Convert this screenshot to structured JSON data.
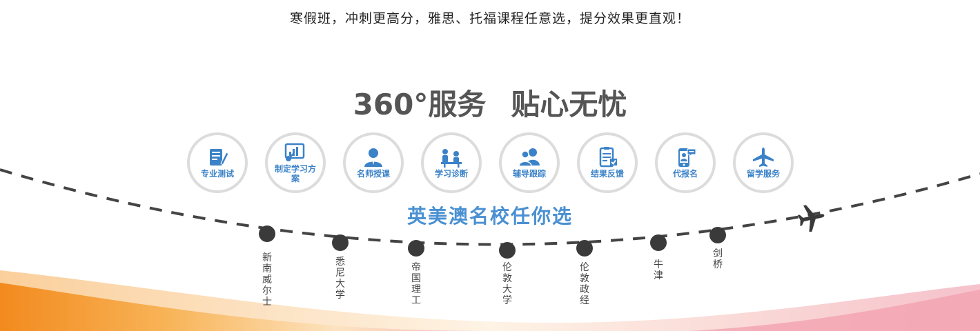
{
  "banner": {
    "text": "寒假班，冲刺更高分，雅思、托福课程任意选，提分效果更直观！"
  },
  "main_title": {
    "part1": "360°服务",
    "part2": "贴心无忧"
  },
  "services": [
    {
      "label": "专业测试",
      "icon": "notepad-pen-icon"
    },
    {
      "label": "制定学习方案",
      "icon": "chart-board-icon"
    },
    {
      "label": "名师授课",
      "icon": "teacher-icon"
    },
    {
      "label": "学习诊断",
      "icon": "tutoring-icon"
    },
    {
      "label": "辅导跟踪",
      "icon": "users-icon"
    },
    {
      "label": "结果反馈",
      "icon": "checklist-icon"
    },
    {
      "label": "代报名",
      "icon": "phone-chat-icon"
    },
    {
      "label": "留学服务",
      "icon": "airplane-icon"
    }
  ],
  "subtitle": {
    "text": "英美澳名校任你选"
  },
  "schools": [
    {
      "name": "新南威尔士"
    },
    {
      "name": "悉尼大学"
    },
    {
      "name": "帝国理工"
    },
    {
      "name": "伦敦大学"
    },
    {
      "name": "伦敦政经"
    },
    {
      "name": "牛津"
    },
    {
      "name": "剑桥"
    }
  ],
  "colors": {
    "accent": "#4a90d2",
    "icon_blue": "#3b82c8",
    "title_gray": "#555555",
    "dash_line": "#444444",
    "dot": "#3a3a3a"
  }
}
